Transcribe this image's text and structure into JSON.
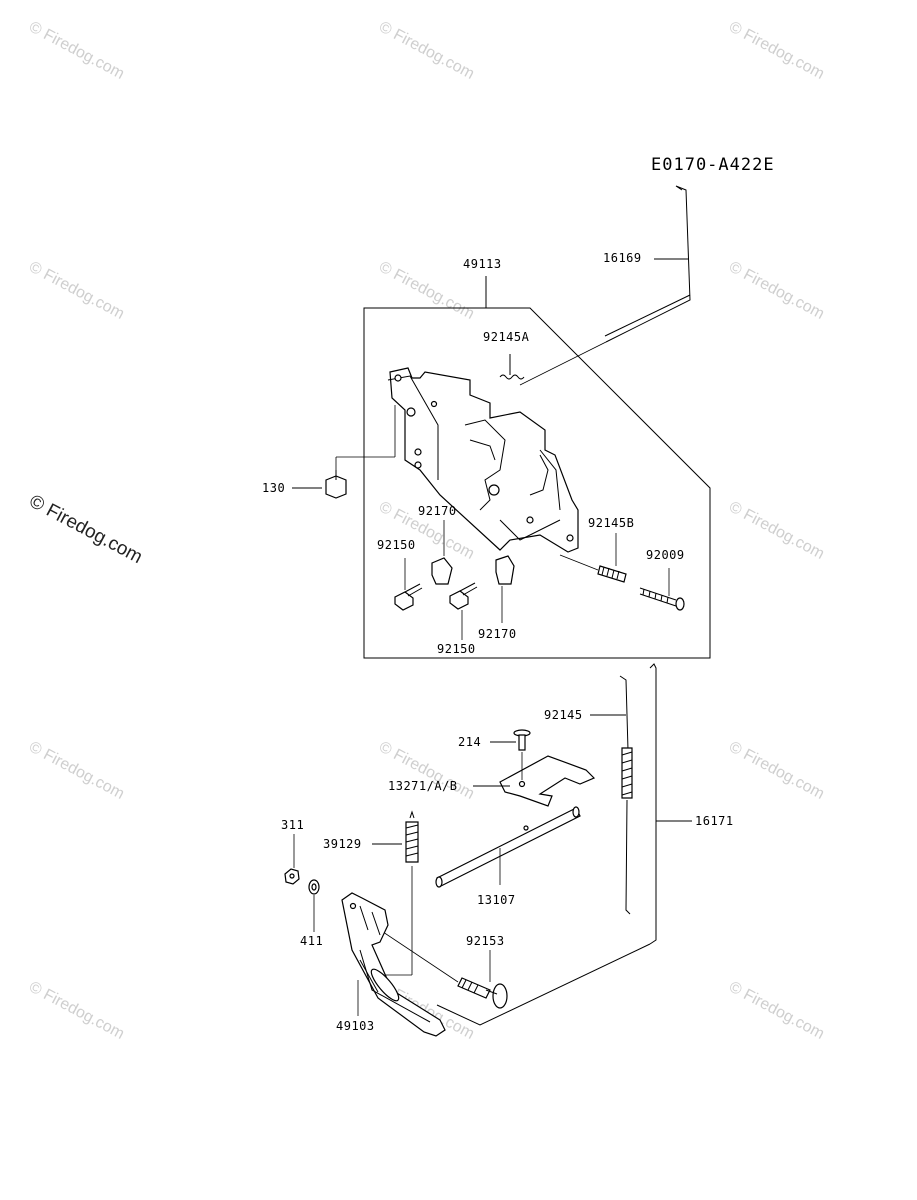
{
  "diagram_code": "E0170-A422E",
  "watermark": "© Firedog.com",
  "parts": {
    "p16169": "16169",
    "p49113": "49113",
    "p92145A": "92145A",
    "p130": "130",
    "p92170a": "92170",
    "p92150a": "92150",
    "p92145B": "92145B",
    "p92009": "92009",
    "p92170b": "92170",
    "p92150b": "92150",
    "p92145": "92145",
    "p214": "214",
    "p13271": "13271/A/B",
    "p16171": "16171",
    "p311": "311",
    "p39129": "39129",
    "p13107": "13107",
    "p411": "411",
    "p92153": "92153",
    "p49103": "49103"
  }
}
